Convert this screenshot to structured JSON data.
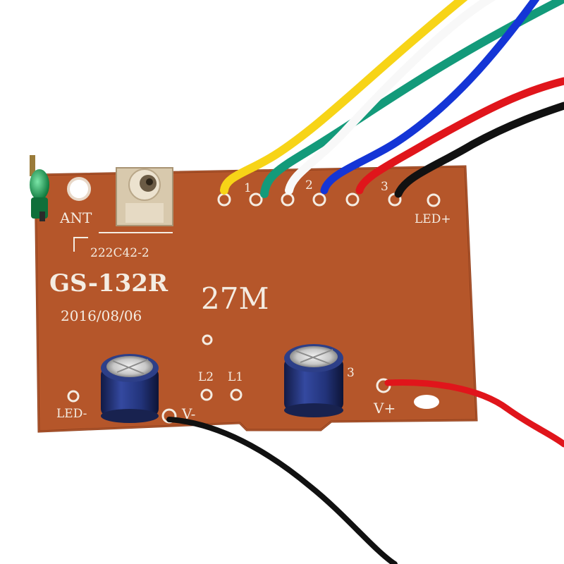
{
  "board": {
    "model": "GS-132R",
    "date": "2016/08/06",
    "frequency": "27M",
    "part_code": "222C42-2",
    "labels": {
      "antenna": "ANT",
      "led_plus": "LED+",
      "led_minus": "LED-",
      "v_minus": "V-",
      "v_plus": "V+",
      "l1": "L1",
      "l2": "L2",
      "pad_1": "1",
      "pad_2": "2",
      "pad_3": "3",
      "pad_3b": "3"
    }
  },
  "colors": {
    "pcb": "#b5562a",
    "pcb_edge": "#8f3f1c",
    "silkscreen": "#f4ece2",
    "wire_yellow": "#f7d417",
    "wire_green": "#139a7a",
    "wire_white": "#f8f8f8",
    "wire_blue": "#1435d6",
    "wire_red": "#e0151b",
    "wire_black": "#111111",
    "capacitor": "#25357a"
  }
}
